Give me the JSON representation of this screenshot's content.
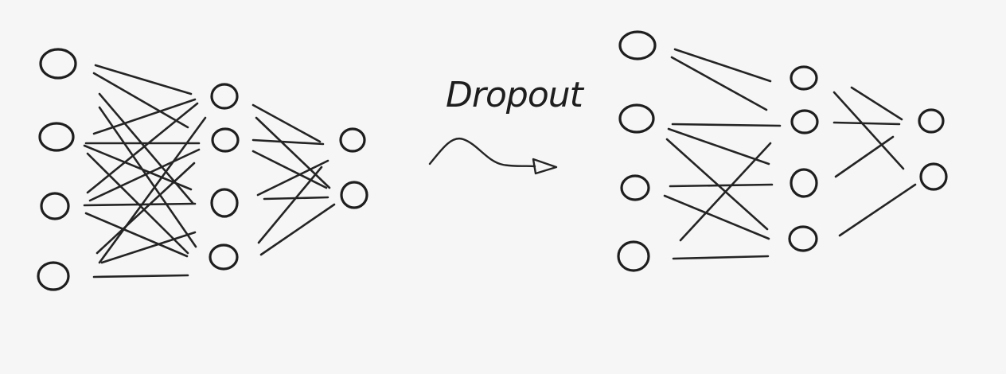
{
  "diagram": {
    "label": "Dropout",
    "colors": {
      "background": "#f6f6f6",
      "ink": "#1e1e1e"
    },
    "networks": [
      {
        "name": "full-network",
        "layers": [
          4,
          4,
          2
        ],
        "connections": "all"
      },
      {
        "name": "dropout-network",
        "layers": [
          4,
          4,
          2
        ],
        "connections": "partial"
      }
    ]
  }
}
